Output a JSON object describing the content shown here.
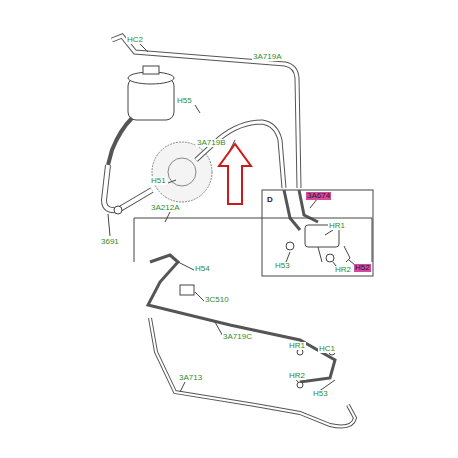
{
  "diagram": {
    "labels": [
      "HC2",
      "3A719A",
      "H55",
      "3A719B",
      "H51",
      "3691",
      "3A674",
      "D",
      "HR1",
      "H52",
      "H53",
      "HR2",
      "3A212A",
      "H54",
      "3C510",
      "3A719C",
      "HR1",
      "HC1",
      "HR2",
      "3A713",
      "H53"
    ]
  }
}
